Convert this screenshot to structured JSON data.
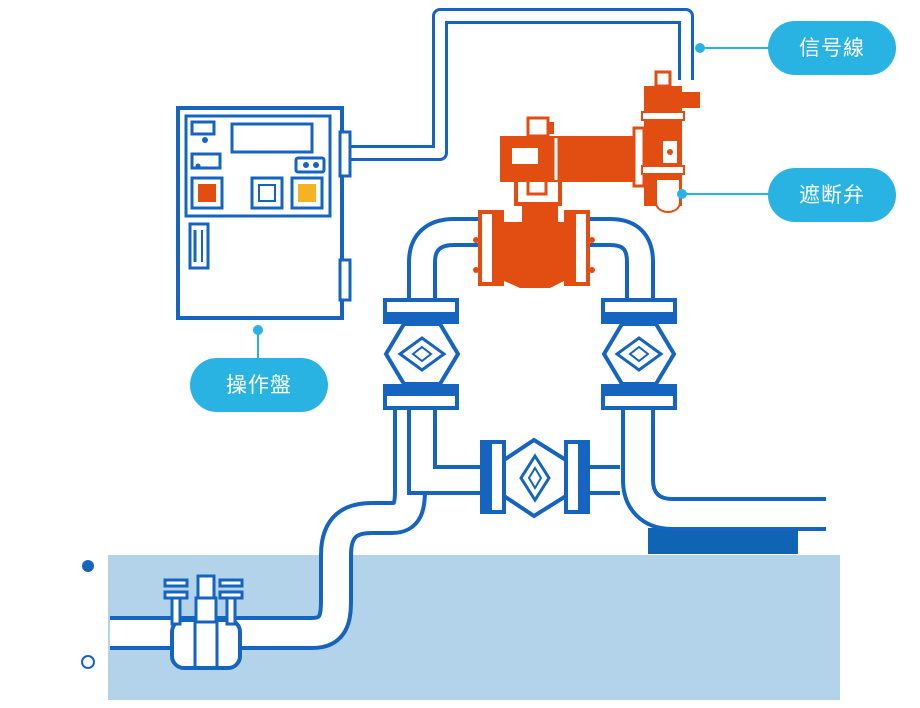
{
  "labels": {
    "signal_line": "信号線",
    "shutoff_valve": "遮断弁",
    "control_panel": "操作盤"
  },
  "colors": {
    "pipe_blue": "#1565c0",
    "valve_orange": "#e24e12",
    "callout_cyan": "#29b3e3",
    "ground_light_blue": "#b3d3eb",
    "slab_dark_blue": "#0f64b4"
  }
}
